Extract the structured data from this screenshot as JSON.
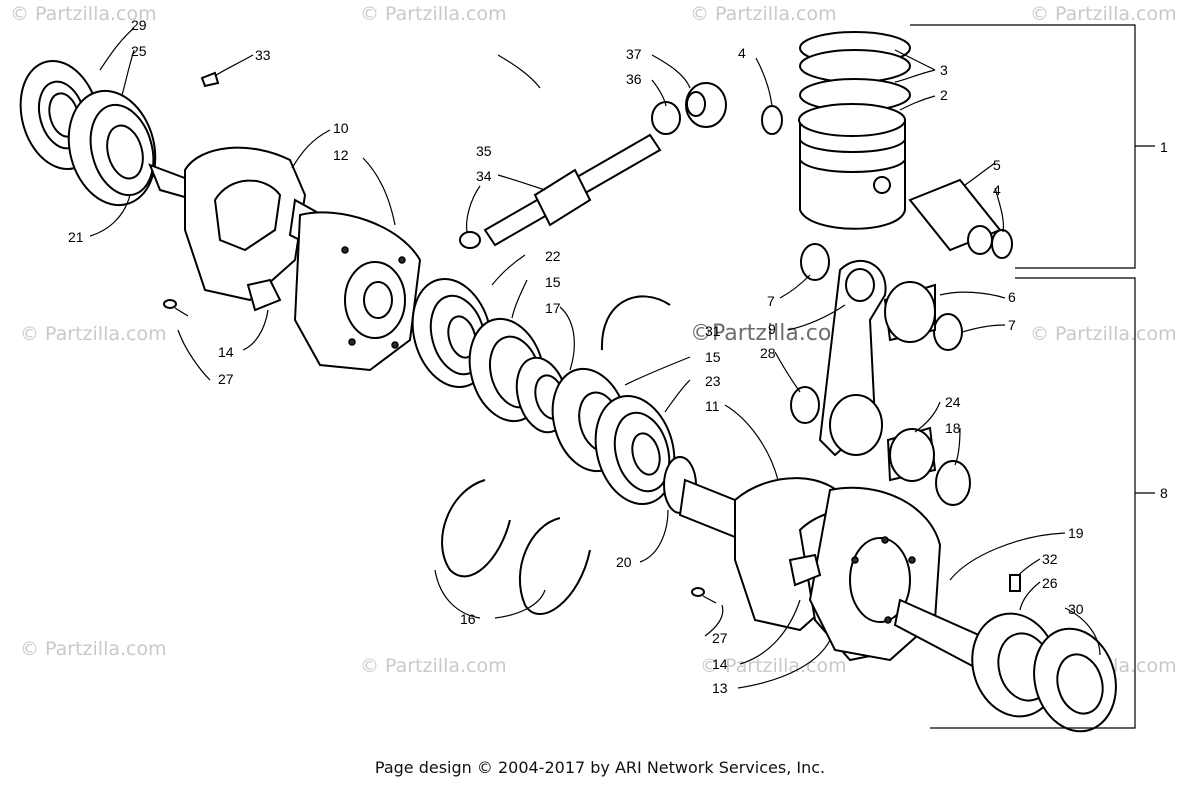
{
  "watermark": "© Partzilla.com",
  "center_watermark": "©Partzilla.com",
  "footer": "Page design © 2004-2017 by ARI Network Services, Inc.",
  "callouts": {
    "c1": "1",
    "c2": "2",
    "c3": "3",
    "c4a": "4",
    "c4b": "4",
    "c5": "5",
    "c6": "6",
    "c7a": "7",
    "c7b": "7",
    "c8": "8",
    "c9": "9",
    "c10": "10",
    "c11": "11",
    "c12": "12",
    "c13": "13",
    "c14a": "14",
    "c14b": "14",
    "c15a": "15",
    "c15b": "15",
    "c16": "16",
    "c17": "17",
    "c18": "18",
    "c19": "19",
    "c20": "20",
    "c21": "21",
    "c22": "22",
    "c23": "23",
    "c24": "24",
    "c25": "25",
    "c26": "26",
    "c27a": "27",
    "c27b": "27",
    "c28": "28",
    "c29": "29",
    "c30": "30",
    "c31": "31",
    "c32": "32",
    "c33": "33",
    "c34": "34",
    "c35": "35",
    "c36": "36",
    "c37": "37"
  }
}
